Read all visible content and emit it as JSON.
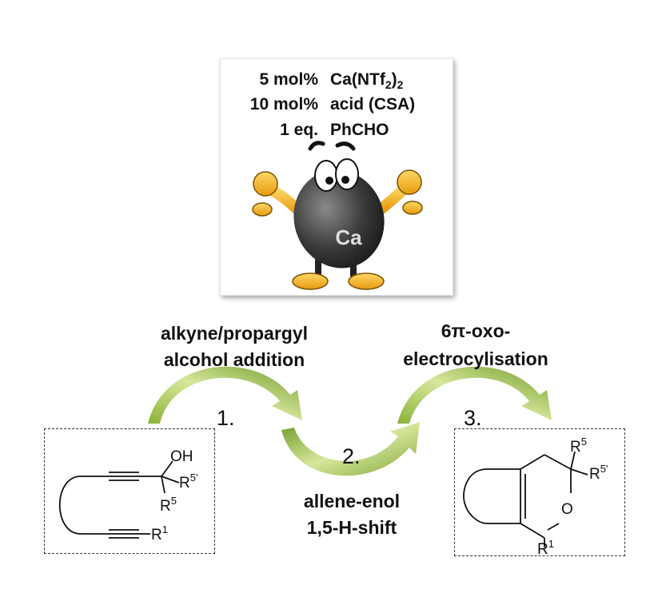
{
  "conditions": {
    "rows": [
      {
        "amount": "5 mol%",
        "reagent": "Ca(NTf",
        "sub": "2",
        "suffix": ")",
        "sub2": "2"
      },
      {
        "amount": "10 mol%",
        "reagent": "acid (CSA)"
      },
      {
        "amount": "1 eq.",
        "reagent": "PhCHO"
      }
    ]
  },
  "mascot": {
    "label": "Ca"
  },
  "steps": [
    {
      "number": "1.",
      "label_line1": "alkyne/propargyl",
      "label_line2": "alcohol addition"
    },
    {
      "number": "2.",
      "label_line1": "allene-enol",
      "label_line2": "1,5-H-shift"
    },
    {
      "number": "3.",
      "label_line1": "6π-oxo-",
      "label_line2": "electrocylisation"
    }
  ],
  "reactant": {
    "oh": "OH",
    "r5prime": "R",
    "r5prime_sup": "5'",
    "r5": "R",
    "r5_sup": "5",
    "r1": "R",
    "r1_sup": "1"
  },
  "product": {
    "r5": "R",
    "r5_sup": "5",
    "r5prime": "R",
    "r5prime_sup": "5'",
    "o": "O",
    "r1": "R",
    "r1_sup": "1"
  },
  "colors": {
    "arrow_light": "#cfe08a",
    "arrow_dark": "#6f9a2a",
    "mascot_body": "#3a3a3a",
    "mascot_glove": "#f5b81c"
  }
}
